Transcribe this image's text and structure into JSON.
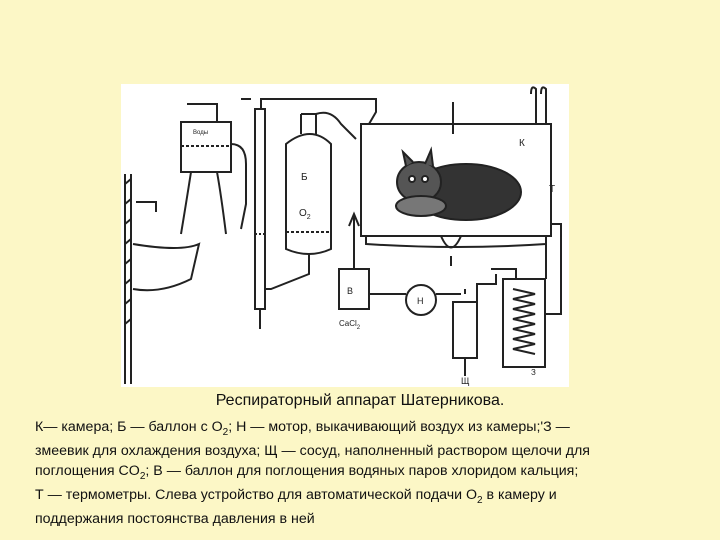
{
  "caption": {
    "title": "Респираторный аппарат Шатерникова.",
    "line1_a": "К— камера; Б — баллон с O",
    "line1_sub": "2",
    "line1_b": "; Н — мотор, выкачивающий воздух из камеры;'З —",
    "line2": "змеевик для охлаждения воздуха; Щ — сосуд, наполненный раствором щелочи для",
    "line3_a": "поглощения CO",
    "line3_sub": "2",
    "line3_b": "; В — баллон для поглощения водяных паров хлоридом кальция;",
    "line4_a": "Т — термометры. Слева устройство для автоматической подачи O",
    "line4_sub": "2",
    "line4_b": " в камеру и",
    "line5": "поддержания постоянства давления в ней"
  },
  "figure_labels": {
    "balloon": "Б",
    "o2": "O",
    "o2_sub": "2",
    "chamber": "К",
    "thermometer": "Т",
    "absorber": "В",
    "cacl2": "CaCl",
    "cacl2_sub": "2",
    "motor": "Н",
    "alkali": "Щ",
    "coil": "З",
    "tank_label": "Воды"
  }
}
